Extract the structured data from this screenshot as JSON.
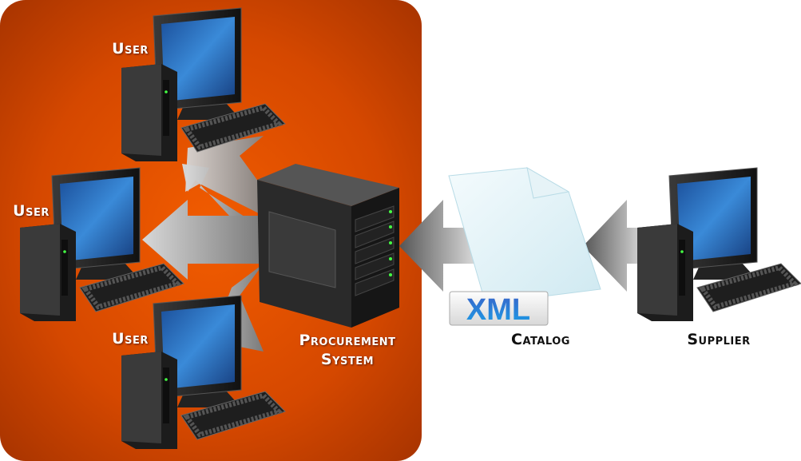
{
  "labels": {
    "user_top": "User",
    "user_middle": "User",
    "user_bottom": "User",
    "procurement_line1": "Procurement",
    "procurement_line2": "System",
    "catalog": "Catalog",
    "supplier": "Supplier",
    "xml_badge": "XML"
  },
  "colors": {
    "panel": "#d94a00",
    "panel_edge": "#a83400",
    "screen": "#2a6fc0",
    "xml_text": "#1a4fb8"
  }
}
